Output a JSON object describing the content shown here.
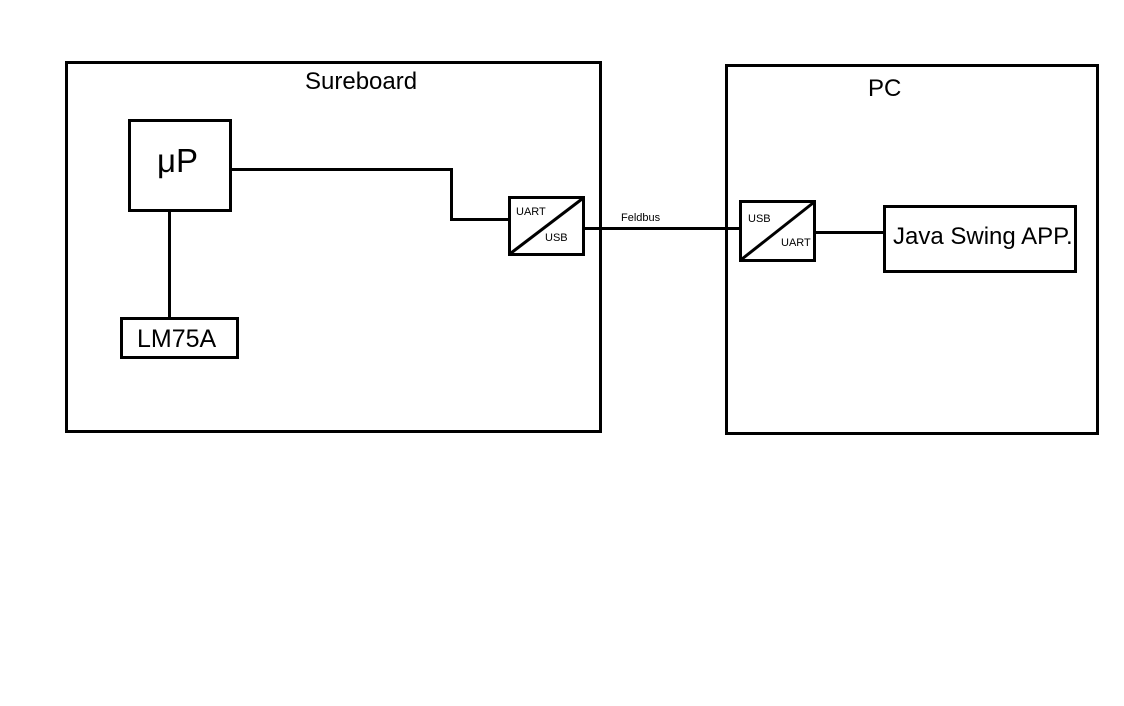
{
  "sureboard": {
    "title": "Sureboard"
  },
  "pc": {
    "title": "PC"
  },
  "blocks": {
    "microprocessor": "μP",
    "sensor": "LM75A",
    "app": "Java Swing APP."
  },
  "converters": {
    "board_side": {
      "top": "UART",
      "bottom": "USB"
    },
    "pc_side": {
      "top": "USB",
      "bottom": "UART"
    }
  },
  "bus": {
    "label": "Feldbus"
  }
}
